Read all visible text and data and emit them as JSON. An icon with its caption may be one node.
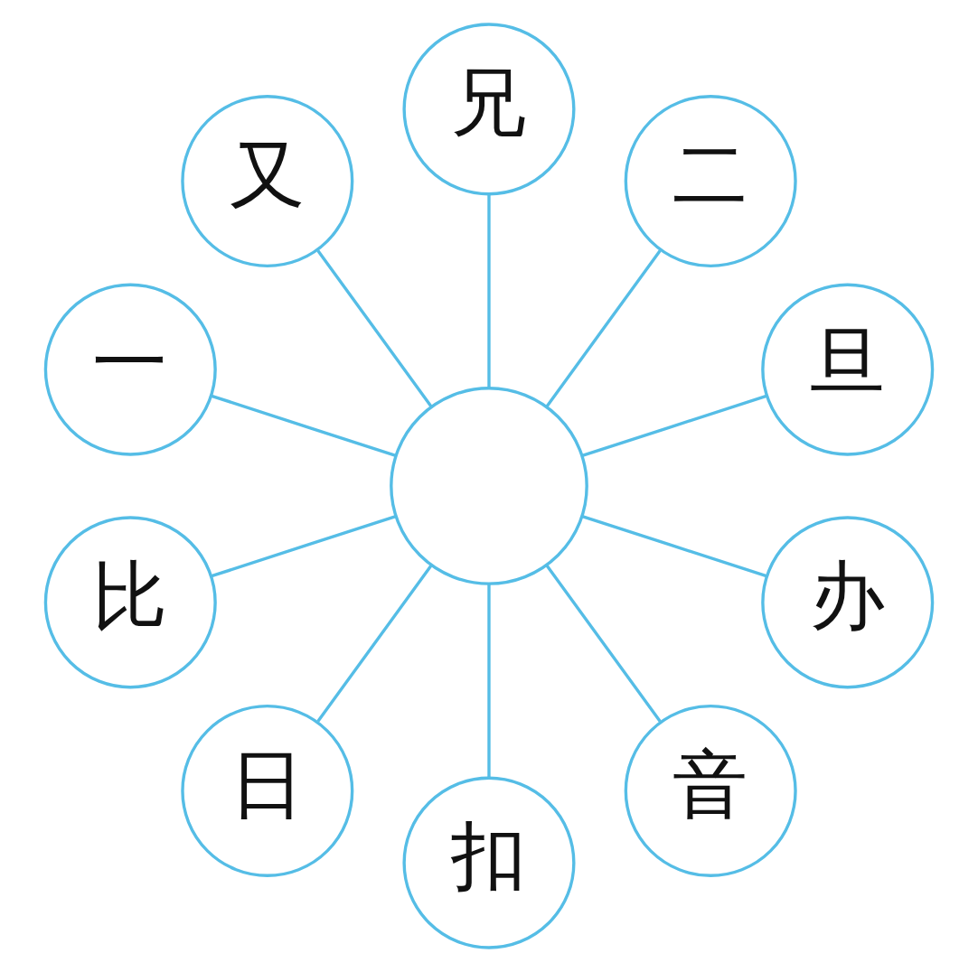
{
  "diagram": {
    "nodes": [
      {
        "text": [],
        "shape": "circle"
      },
      {
        "text": [
          "兄"
        ]
      },
      {
        "text": [
          "二"
        ]
      },
      {
        "text": [
          "旦"
        ]
      },
      {
        "text": [
          "办"
        ]
      },
      {
        "text": [
          "音"
        ]
      },
      {
        "text": [
          "扣"
        ]
      },
      {
        "text": [
          "日"
        ]
      },
      {
        "text": [
          "比"
        ]
      },
      {
        "text": [
          "一"
        ]
      },
      {
        "text": [
          "又"
        ]
      }
    ],
    "edges": [
      {
        "from": 0,
        "to": 1,
        "arrow": "none"
      },
      {
        "from": 0,
        "to": 2,
        "arrow": "none"
      },
      {
        "from": 0,
        "to": 3,
        "arrow": "none"
      },
      {
        "from": 0,
        "to": 4,
        "arrow": "none"
      },
      {
        "from": 0,
        "to": 5,
        "arrow": "none"
      },
      {
        "from": 0,
        "to": 6,
        "arrow": "none"
      },
      {
        "from": 0,
        "to": 7,
        "arrow": "none"
      },
      {
        "from": 0,
        "to": 8,
        "arrow": "none"
      },
      {
        "from": 0,
        "to": 9,
        "arrow": "none"
      },
      {
        "from": 0,
        "to": 10,
        "arrow": "none"
      }
    ]
  }
}
